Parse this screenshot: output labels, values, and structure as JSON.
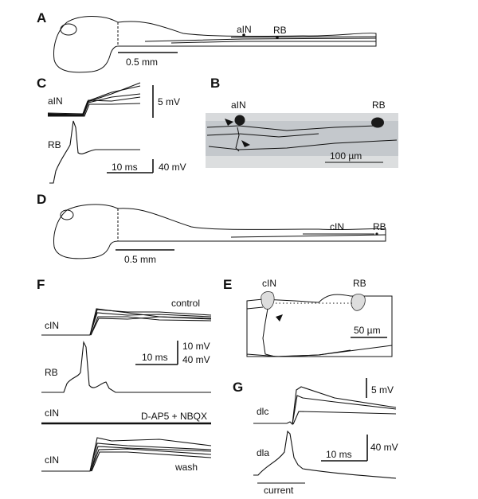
{
  "panels": {
    "A": {
      "label": "A",
      "cell1": "aIN",
      "cell2": "RB",
      "scale": "0.5 mm"
    },
    "B": {
      "label": "B",
      "cell1": "aIN",
      "cell2": "RB",
      "scale": "100 µm"
    },
    "C": {
      "label": "C",
      "trace1": "aIN",
      "trace2": "RB",
      "scale_v1": "5 mV",
      "scale_t": "10 ms",
      "scale_v2": "40 mV"
    },
    "D": {
      "label": "D",
      "cell1": "cIN",
      "cell2": "RB",
      "scale": "0.5 mm"
    },
    "E": {
      "label": "E",
      "cell1": "cIN",
      "cell2": "RB",
      "scale": "50 µm"
    },
    "F": {
      "label": "F",
      "trace1": "cIN",
      "cond1": "control",
      "trace2": "RB",
      "trace3": "cIN",
      "cond3": "D-AP5 + NBQX",
      "trace4": "cIN",
      "cond4": "wash",
      "scale_v1": "10 mV",
      "scale_v2": "40 mV",
      "scale_t": "10 ms"
    },
    "G": {
      "label": "G",
      "trace1": "dlc",
      "trace2": "dla",
      "scale_v1": "5 mV",
      "scale_t": "10 ms",
      "scale_v2": "40 mV",
      "stimulus": "current"
    }
  }
}
